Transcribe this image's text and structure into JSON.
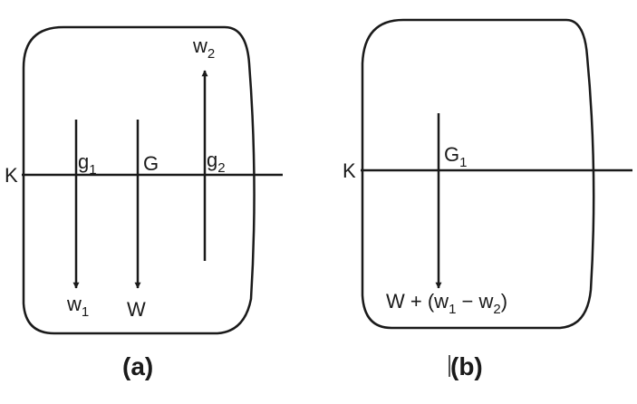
{
  "panel_a": {
    "caption": "(a)",
    "axis_label": "K",
    "points": [
      {
        "name": "g",
        "sub": "1"
      },
      {
        "name": "G",
        "sub": ""
      },
      {
        "name": "g",
        "sub": "2"
      }
    ],
    "forces": [
      {
        "name": "w",
        "sub": "1",
        "direction": "down"
      },
      {
        "name": "W",
        "sub": "",
        "direction": "down"
      },
      {
        "name": "w",
        "sub": "2",
        "direction": "up"
      }
    ]
  },
  "panel_b": {
    "caption": "(b)",
    "axis_label": "K",
    "point": {
      "name": "G",
      "sub": "1"
    },
    "resultant": {
      "w_label": "W + (w",
      "sub1": "1",
      "minus": " − w",
      "sub2": "2",
      "close": ")",
      "direction": "down"
    }
  },
  "colors": {
    "stroke": "#1a1a1a",
    "background": "#ffffff"
  }
}
